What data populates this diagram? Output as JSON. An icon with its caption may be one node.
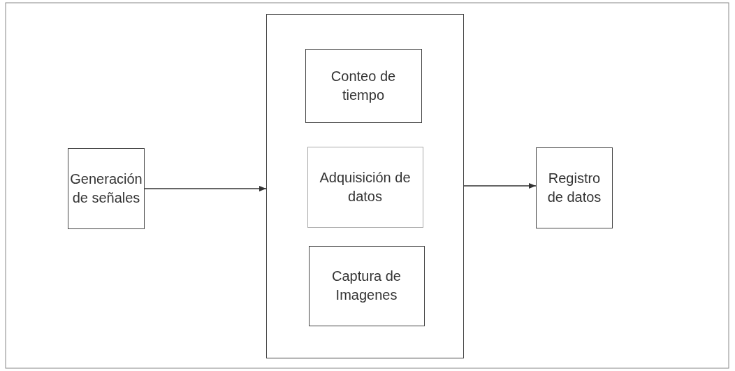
{
  "diagram": {
    "nodes": [
      {
        "text": [
          "Generación de señales"
        ]
      },
      {
        "text": [],
        "shape": "box"
      },
      {
        "text": [
          "Conteo de tiempo"
        ],
        "in": 1
      },
      {
        "text": [
          "Adquisición de datos"
        ],
        "in": 1
      },
      {
        "text": [
          "Captura de Imagenes"
        ],
        "in": 1
      },
      {
        "text": [
          "Registro de datos"
        ]
      }
    ],
    "edges": [
      {
        "from": 0,
        "to": 1,
        "arrow": "to"
      },
      {
        "from": 1,
        "to": 5,
        "arrow": "to"
      }
    ]
  }
}
